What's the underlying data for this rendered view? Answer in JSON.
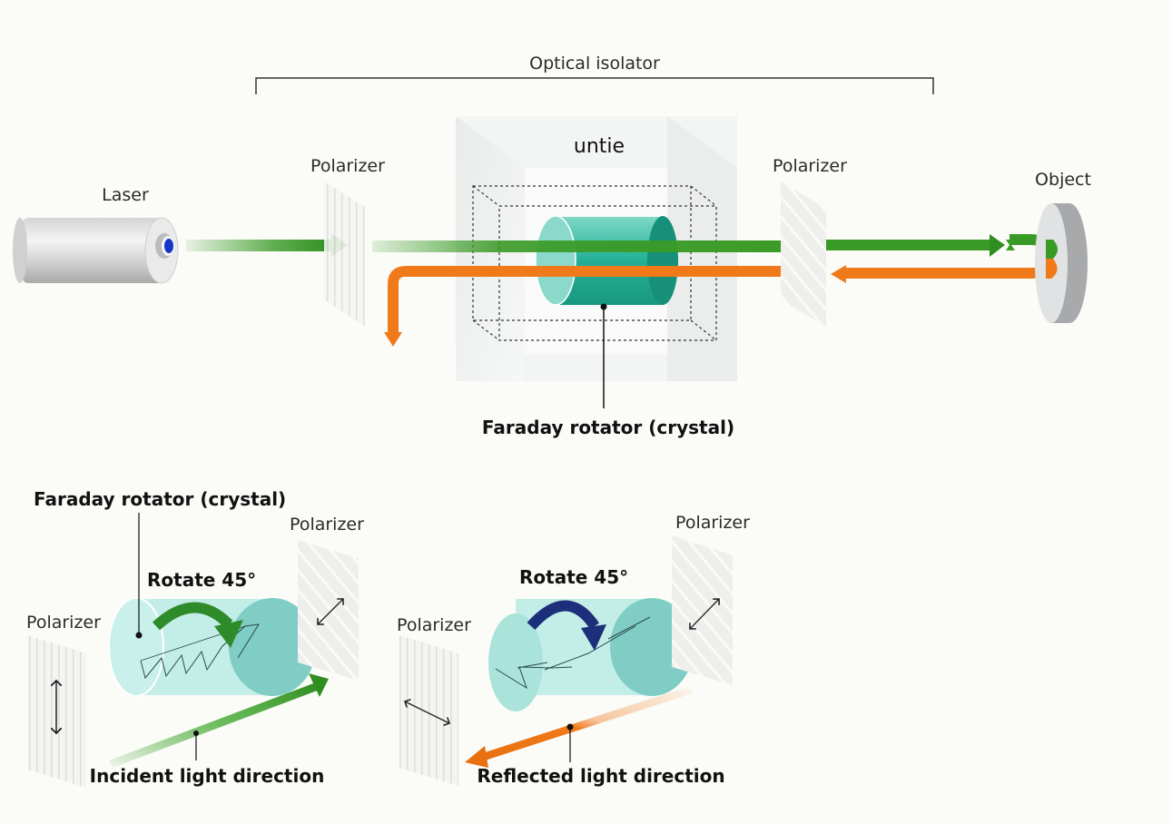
{
  "diagram": {
    "top": {
      "isolator_label": "Optical isolator",
      "enclosure_label": "untie",
      "laser_label": "Laser",
      "polarizer_in_label": "Polarizer",
      "polarizer_out_label": "Polarizer",
      "object_label": "Object",
      "rotator_label": "Faraday rotator (crystal)"
    },
    "bottom_left": {
      "rotator_label": "Faraday rotator (crystal)",
      "rotate_label": "Rotate 45°",
      "polarizer_left_label": "Polarizer",
      "polarizer_right_label": "Polarizer",
      "direction_label": "Incident light direction"
    },
    "bottom_right": {
      "rotate_label": "Rotate 45°",
      "polarizer_left_label": "Polarizer",
      "polarizer_right_label": "Polarizer",
      "direction_label": "Reflected light direction"
    },
    "colors": {
      "incident_beam": "#3a9a26",
      "reflected_beam": "#f07a1a",
      "crystal": "#3dbfa8",
      "rotate_arrow_incident": "#2e8b2a",
      "rotate_arrow_reflected": "#1d2f7a",
      "laser_aperture": "#1536c8"
    }
  }
}
